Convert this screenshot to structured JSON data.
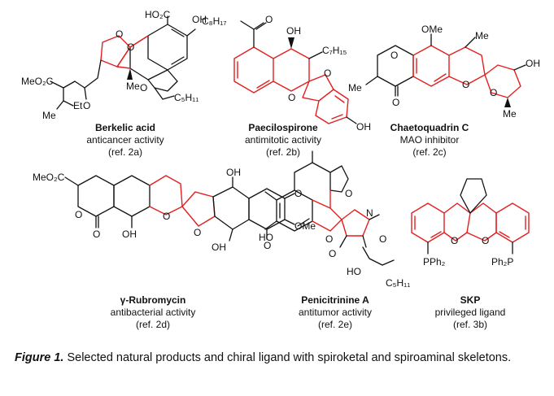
{
  "figure_label": "Figure 1.",
  "figure_caption": "Selected natural products and chiral ligand with spiroketal and spiroaminal skeletons.",
  "compounds": [
    {
      "name": "Berkelic acid",
      "activity": "anticancer activity",
      "ref": "(ref. 2a)"
    },
    {
      "name": "Paecilospirone",
      "activity": "antimitotic activity",
      "ref": "(ref. 2b)"
    },
    {
      "name": "Chaetoquadrin C",
      "activity": "MAO inhibitor",
      "ref": "(ref. 2c)"
    },
    {
      "name": "γ-Rubromycin",
      "activity": "antibacterial activity",
      "ref": "(ref. 2d)"
    },
    {
      "name": "Penicitrinine A",
      "activity": "antitumor activity",
      "ref": "(ref. 2e)"
    },
    {
      "name": "SKP",
      "activity": "privileged ligand",
      "ref": "(ref. 3b)"
    }
  ],
  "atom_labels": {
    "berkelic": {
      "co2h": "HO₂C",
      "oh": "OH",
      "o1": "O",
      "o2": "O",
      "o3": "O",
      "ketone_o": "O",
      "me": "Me",
      "ester": "MeO₂C",
      "et": "Et",
      "me2": "Me",
      "c5h11": "C₅H₁₁"
    },
    "paecilospirone": {
      "c8h17": "C₈H₁₇",
      "o_ketone": "O",
      "oh": "OH",
      "c7h15": "C₇H₁₅",
      "o1": "O",
      "o2": "O",
      "oh2": "OH"
    },
    "chaetoquadrin": {
      "ome": "OMe",
      "me": "Me",
      "oh": "OH",
      "o1": "O",
      "o2": "O",
      "o3": "O",
      "o4": "O",
      "me2": "Me",
      "me3": "Me"
    },
    "rubromycin": {
      "ester": "MeO₂C",
      "o1": "O",
      "o2": "O",
      "oh1": "OH",
      "o3": "O",
      "o4": "O",
      "oh2": "OH",
      "o5": "O",
      "oh3": "OH",
      "o6": "O",
      "ome": "OMe"
    },
    "penicitrinine": {
      "ho": "HO",
      "o1": "O",
      "o2": "O",
      "n": "N",
      "o3": "O",
      "o4": "O",
      "ho2": "HO",
      "c5h11": "C₅H₁₁"
    },
    "skp": {
      "o1": "O",
      "o2": "O",
      "pph2": "PPh₂",
      "ph2p": "Ph₂P"
    }
  }
}
